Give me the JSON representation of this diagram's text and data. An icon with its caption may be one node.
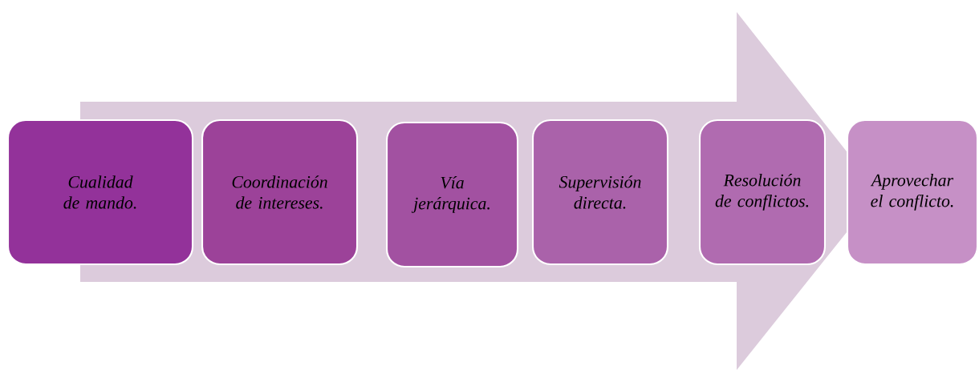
{
  "diagram": {
    "nodes": [
      {
        "text": [
          "Cualidad de mando."
        ]
      },
      {
        "text": [
          "Coordinación de intereses."
        ]
      },
      {
        "text": [
          "Vía jerárquica."
        ]
      },
      {
        "text": [
          "Supervisión directa."
        ]
      },
      {
        "text": [
          "Resolución de conflictos."
        ]
      },
      {
        "text": [
          "Aprovechar el conflicto."
        ]
      }
    ],
    "edges": []
  }
}
